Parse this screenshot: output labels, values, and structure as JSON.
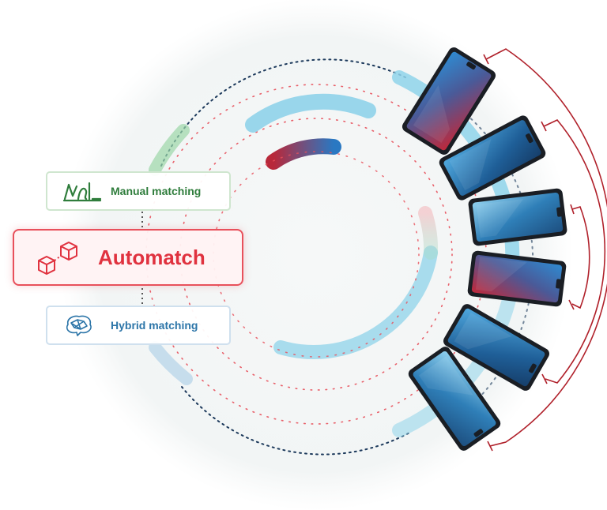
{
  "modes": {
    "manual": {
      "label": "Manual matching",
      "icon": "manual-matching-icon",
      "color": "#2f7d3c"
    },
    "automatch": {
      "label": "Automatch",
      "icon": "cubes-icon",
      "color": "#e0323f"
    },
    "hybrid": {
      "label": "Hybrid matching",
      "icon": "neural-network-icon",
      "color": "#2c75a8"
    }
  },
  "devices": [
    {
      "name": "phone-1",
      "screen": "red-blue"
    },
    {
      "name": "phone-2",
      "screen": "blue"
    },
    {
      "name": "phone-3",
      "screen": "blue"
    },
    {
      "name": "phone-4",
      "screen": "red-blue"
    },
    {
      "name": "phone-5",
      "screen": "blue"
    },
    {
      "name": "phone-6",
      "screen": "blue"
    }
  ],
  "colors": {
    "accent_red": "#e0323f",
    "ring_blue": "#8fd3ea",
    "bracket": "#b0202a",
    "dots_red": "#e8505b",
    "dots_navy": "#1d3a5c"
  }
}
